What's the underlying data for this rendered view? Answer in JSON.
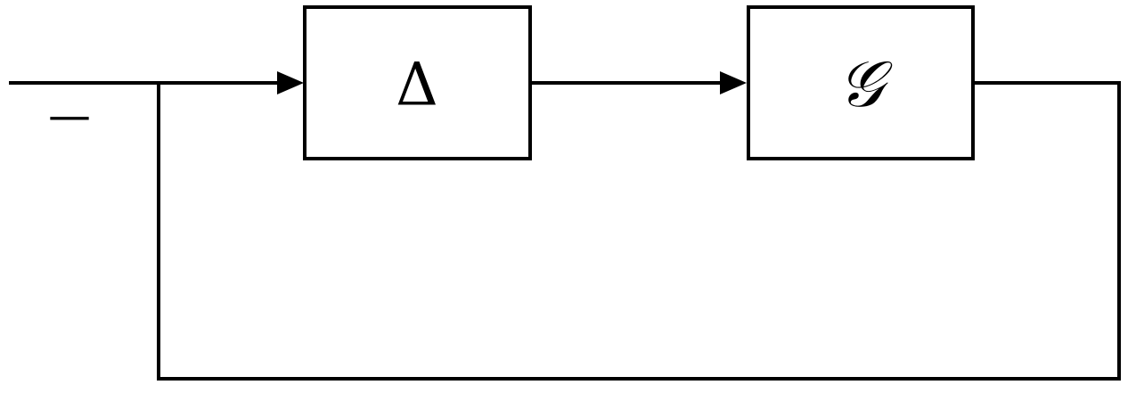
{
  "diagram": {
    "type": "feedback-loop",
    "blocks": [
      {
        "id": "delta",
        "label": "Δ"
      },
      {
        "id": "g",
        "label": "𝒢"
      }
    ],
    "feedback_sign": "—",
    "connections": [
      {
        "from": "input",
        "to": "delta"
      },
      {
        "from": "delta",
        "to": "g"
      },
      {
        "from": "g",
        "to": "delta",
        "kind": "feedback"
      }
    ],
    "colors": {
      "line": "#000000",
      "background": "#ffffff"
    }
  }
}
